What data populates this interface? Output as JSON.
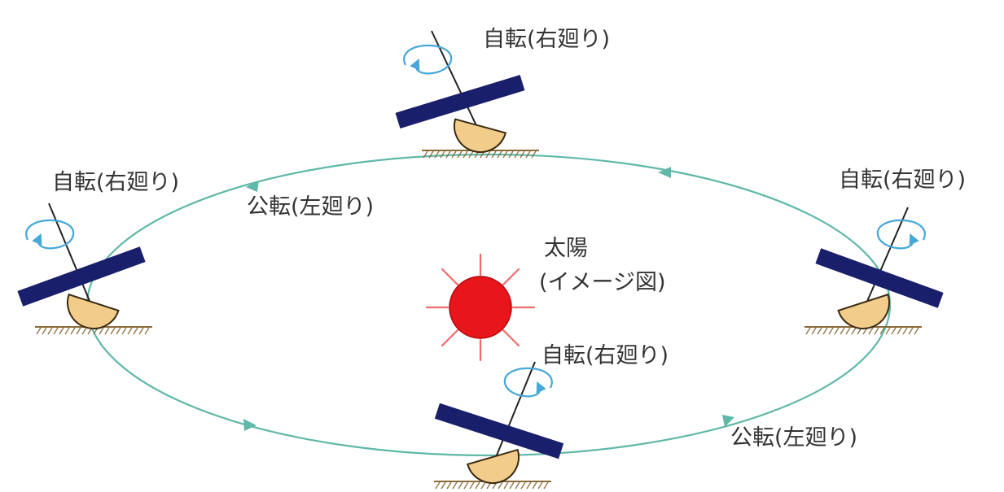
{
  "labels": {
    "rotation": "自転(右廻り)",
    "revolution": "公転(左廻り)",
    "sun_line1": "太陽",
    "sun_line2": "(イメージ図)"
  },
  "colors": {
    "orbit": "#5fb8a8",
    "panel": "#1a1f6b",
    "mount": "#f2cc8a",
    "mount_outline": "#3a2a12",
    "ground": "#8a6a3a",
    "rotation_arrow": "#45a8d8",
    "sun_fill": "#e8151b",
    "sun_rays": "#f06a6a",
    "text": "#333333"
  }
}
